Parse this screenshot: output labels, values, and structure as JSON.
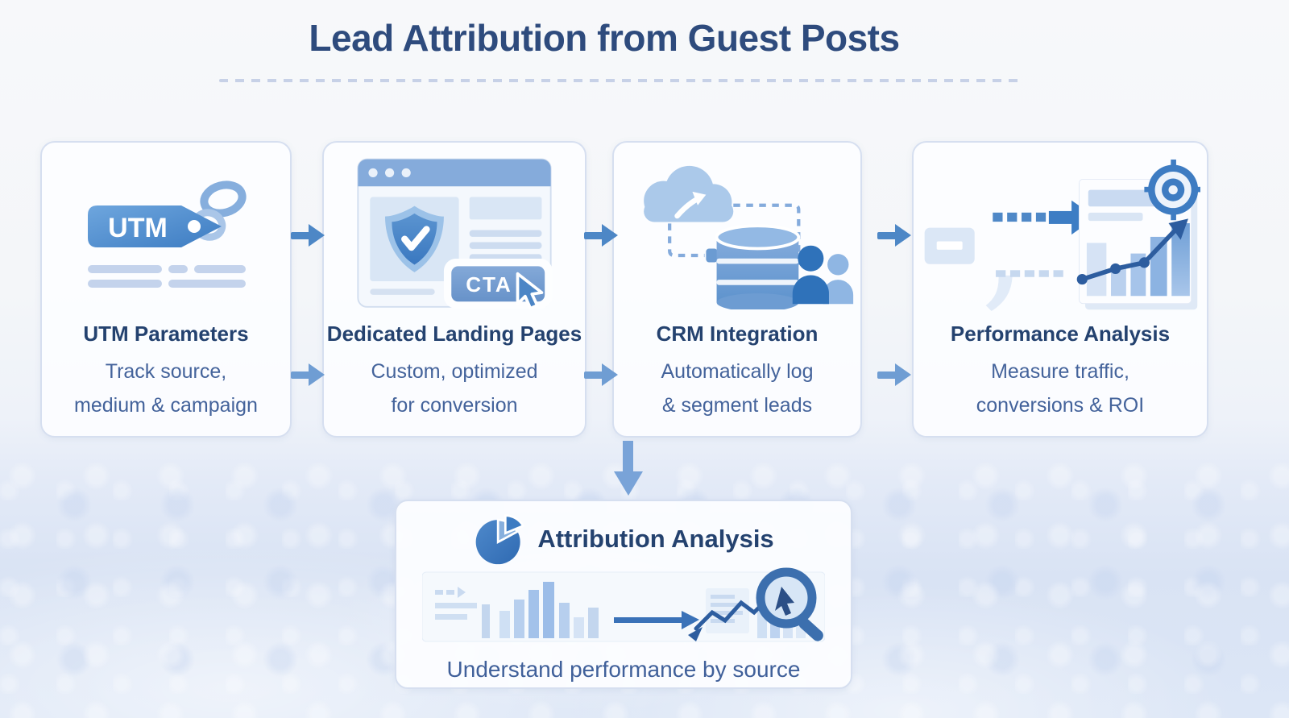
{
  "page": {
    "title": "Lead Attribution from Guest Posts"
  },
  "steps": [
    {
      "id": "utm-parameters",
      "icon": "utm-tag-icon",
      "tag_label": "UTM",
      "title": "UTM Parameters",
      "subtitle": "Track source,\nmedium & campaign"
    },
    {
      "id": "dedicated-landing-pages",
      "icon": "landing-page-cta-icon",
      "cta_label": "CTA",
      "title": "Dedicated Landing Pages",
      "subtitle": "Custom, optimized\nfor conversion"
    },
    {
      "id": "crm-integration",
      "icon": "crm-cloud-database-icon",
      "title": "CRM Integration",
      "subtitle": "Automatically log\n& segment leads"
    },
    {
      "id": "performance-analysis",
      "icon": "performance-report-target-icon",
      "title": "Performance Analysis",
      "subtitle": "Measure traffic,\nconversions & ROI"
    }
  ],
  "result": {
    "id": "attribution-analysis",
    "icon": "attribution-pie-bars-magnifier-icon",
    "title": "Attribution Analysis",
    "subtitle": "Understand performance by source"
  },
  "colors": {
    "title_text": "#2e4b7d",
    "card_title_text": "#24426f",
    "card_subtitle_text": "#44639b",
    "card_background": "#fbfcfe",
    "card_border": "#d6dff0",
    "arrow_primary": "#4d87c6",
    "arrow_secondary": "#6f9dd3",
    "accent_blue": "#3e7cc2",
    "background_bottom": "#dbe5f6"
  }
}
